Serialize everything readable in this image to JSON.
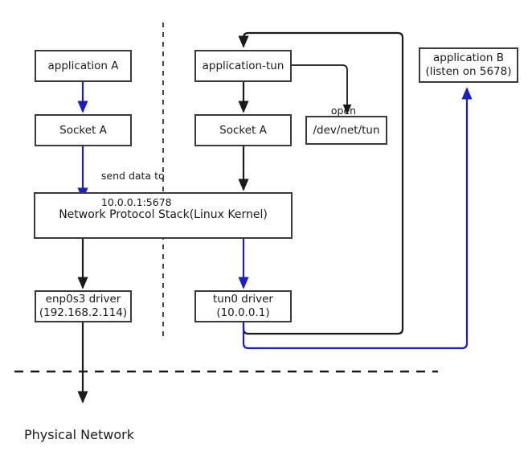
{
  "diagram": {
    "title": "TUN device packet flow",
    "colors": {
      "blue": "#1d1dc4",
      "red": "#ee2222",
      "black": "#1a1a1a",
      "box_border": "#3a3a3a",
      "background": "#ffffff"
    },
    "nodes": [
      {
        "id": "application-a",
        "label": "application A",
        "label2": ""
      },
      {
        "id": "socket-a-left",
        "label": "Socket A",
        "label2": ""
      },
      {
        "id": "network-stack",
        "label": "Network Protocol Stack(Linux Kernel)",
        "label2": ""
      },
      {
        "id": "enp0s3-driver",
        "label": "enp0s3 driver",
        "label2": "(192.168.2.114)"
      },
      {
        "id": "application-tun",
        "label": "application-tun",
        "label2": ""
      },
      {
        "id": "socket-a-right",
        "label": "Socket A",
        "label2": ""
      },
      {
        "id": "dev-net-tun",
        "label": "/dev/net/tun",
        "label2": ""
      },
      {
        "id": "tun0-driver",
        "label": "tun0 driver",
        "label2": "(10.0.0.1)"
      },
      {
        "id": "application-b",
        "label": "application B",
        "label2": "(listen on 5678)"
      }
    ],
    "edge_labels": [
      {
        "id": "send-data-label",
        "line1": "send data to",
        "line2": "10.0.0.1:5678"
      },
      {
        "id": "open-label",
        "line1": "open",
        "line2": ""
      }
    ],
    "annotations": [
      {
        "id": "physical-network-label",
        "text": "Physical Network"
      }
    ]
  }
}
